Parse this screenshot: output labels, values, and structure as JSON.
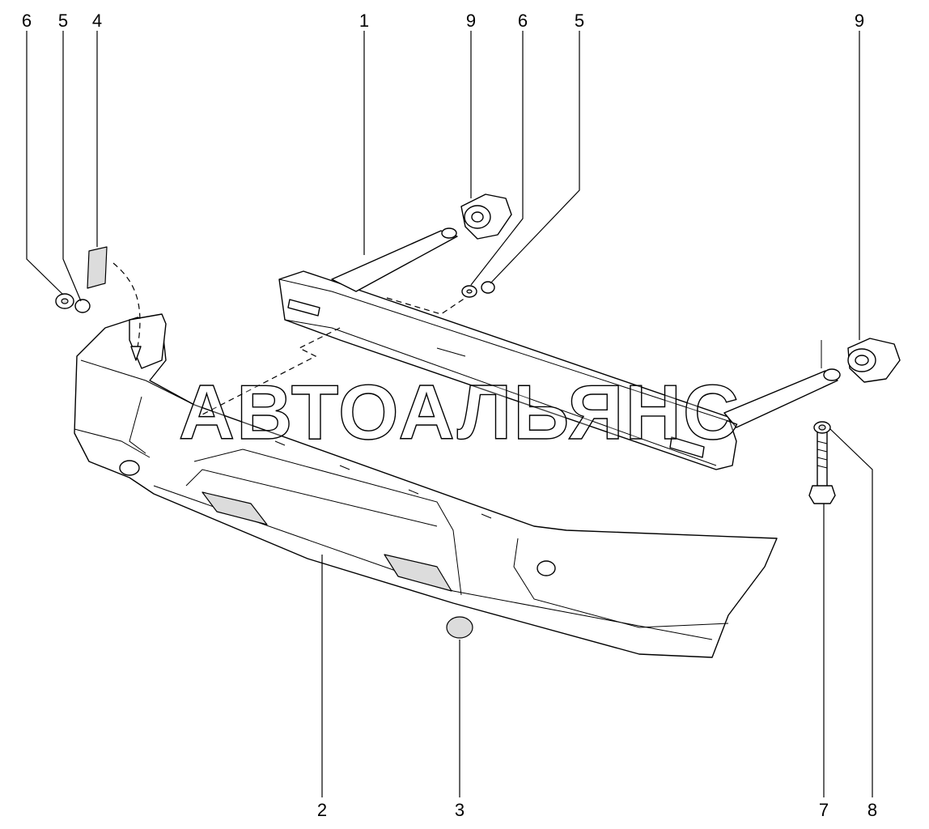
{
  "watermark": "АВТОАЛЬЯНС",
  "callouts": {
    "c1": "1",
    "c2": "2",
    "c3": "3",
    "c4": "4",
    "c5_left": "5",
    "c6_left": "6",
    "c5_mid": "5",
    "c6_mid": "6",
    "c9_mid": "9",
    "c9_right": "9",
    "c7": "7",
    "c8": "8"
  }
}
